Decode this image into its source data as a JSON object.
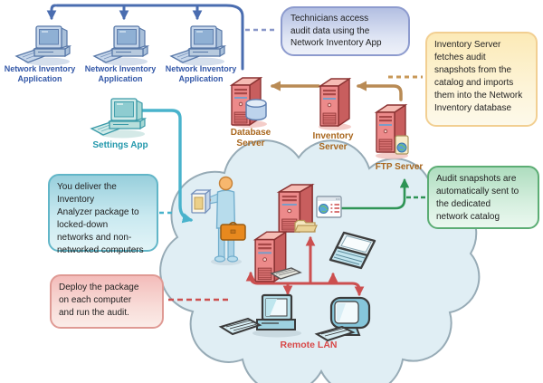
{
  "diagram": {
    "workstations": [
      {
        "label": "Network Inventory\nApplication"
      },
      {
        "label": "Network Inventory\nApplication"
      },
      {
        "label": "Network Inventory\nApplication"
      }
    ],
    "settings_app": {
      "label": "Settings App"
    },
    "servers": {
      "database": {
        "label": "Database\nServer"
      },
      "inventory": {
        "label": "Inventory\nServer"
      },
      "ftp": {
        "label": "FTP Server"
      }
    },
    "remote_lan": {
      "label": "Remote LAN"
    },
    "callouts": {
      "technicians": {
        "text": "Technicians access\naudit data using the\nNetwork Inventory App"
      },
      "inventory_fetch": {
        "text": "Inventory Server\nfetches audit\nsnapshots from the\ncatalog and imports\nthem into the Network\nInventory database"
      },
      "deliver": {
        "text": "You deliver the\nInventory\nAnalyzer package to\nlocked-down\nnetworks and non-\nnetworked computers"
      },
      "deploy": {
        "text": "Deploy the package\non each computer\nand run the audit."
      },
      "audit_sent": {
        "text": "Audit snapshots are\nautomatically sent to\nthe dedicated\nnetwork catalog"
      }
    },
    "icons": {
      "workstation": "desktop-computer-icon",
      "settings_app": "desktop-computer-icon",
      "database_server": "tower-server-with-database-cylinder-icon",
      "inventory_server": "tower-server-icon",
      "ftp_server": "tower-server-with-globe-card-icon",
      "remote_server_1": "tower-server-with-folder-icon",
      "remote_server_2": "tower-server-with-keyboard-icon",
      "remote_desktop_crt": "desktop-computer-icon",
      "remote_desktop_lcd": "monitor-with-keyboard-icon",
      "laptop": "laptop-icon",
      "technician": "person-with-package-and-briefcase-icon",
      "audit_viewer": "browser-window-globe-icon",
      "network": "cloud-shape"
    },
    "colors": {
      "connector_blue": "#4a6db0",
      "connector_orange": "#b98b55",
      "connector_teal": "#49b3cc",
      "connector_green": "#2e9455",
      "connector_red": "#cc4f4f",
      "label_blue": "#3458a8",
      "label_teal": "#2398ac",
      "label_orange": "#a9671e",
      "label_red": "#d84848",
      "callout_blue": "#b3bfe2",
      "callout_yellow": "#fceab7",
      "callout_teal": "#98cfdc",
      "callout_pink": "#f3bcba",
      "callout_green": "#aeddbf",
      "cloud_fill": "#e0eef4",
      "server_red": "#ec8a8a",
      "workstation_blue": "#c6d6ea",
      "workstation_teal": "#cfeae8"
    }
  }
}
